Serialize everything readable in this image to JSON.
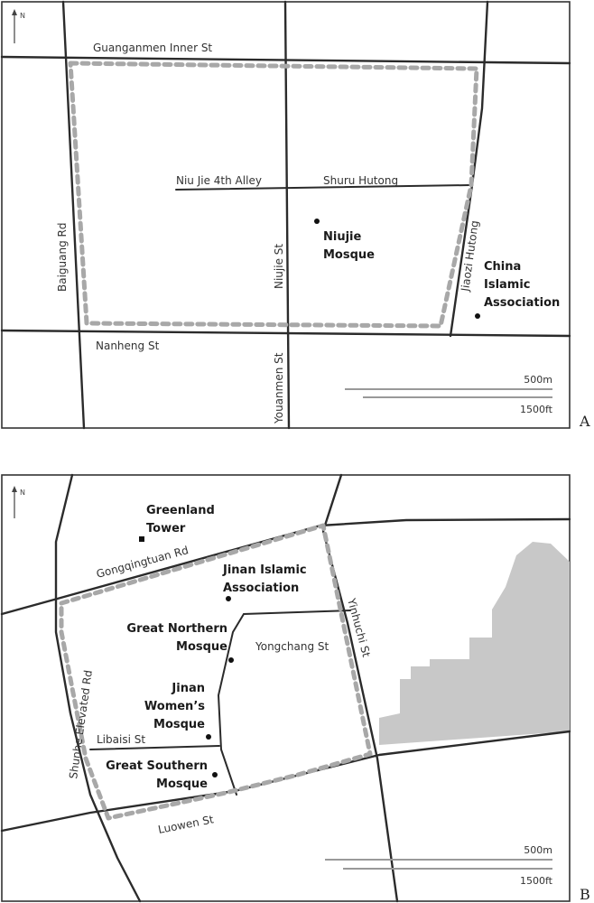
{
  "panel_a": {
    "letter": "A",
    "north_label": "N",
    "streets": {
      "guanganmen": "Guanganmen Inner St",
      "niujie_4th": "Niu Jie 4th Alley",
      "shuru": "Shuru Hutong",
      "baiguang": "Baiguang Rd",
      "niujie_st": "Niujie St",
      "jiaozi": "Jiaozi Hutong",
      "nanheng": "Nanheng St",
      "youanmen": "Youanmen St"
    },
    "places": {
      "niujie_mosque": [
        "Niujie",
        "Mosque"
      ],
      "china_islamic": [
        "China",
        "Islamic",
        "Association"
      ]
    },
    "scale": {
      "metric": "500m",
      "imperial": "1500ft"
    }
  },
  "panel_b": {
    "letter": "B",
    "north_label": "N",
    "streets": {
      "gongqingtuan": "Gongqingtuan Rd",
      "yongchang": "Yongchang St",
      "yinhuchi": "Yinhuchi St",
      "shunhe": "Shunhe Elevated Rd",
      "libaisi": "Libaisi St",
      "luowen": "Luowen St"
    },
    "places": {
      "greenland": [
        "Greenland",
        "Tower"
      ],
      "jinan_islamic": [
        "Jinan Islamic",
        "Association"
      ],
      "great_northern": [
        "Great Northern",
        "Mosque"
      ],
      "jinan_women": [
        "Jinan",
        "Women’s",
        "Mosque"
      ],
      "great_southern": [
        "Great Southern",
        "Mosque"
      ]
    },
    "scale": {
      "metric": "500m",
      "imperial": "1500ft"
    }
  }
}
